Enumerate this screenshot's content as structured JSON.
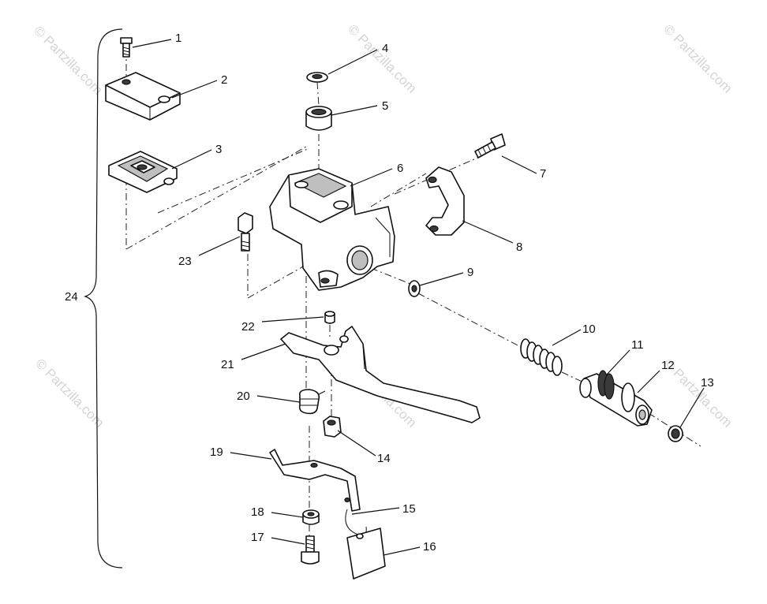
{
  "watermark": "© Partzilla.com",
  "callouts": [
    "1",
    "2",
    "3",
    "4",
    "5",
    "6",
    "7",
    "8",
    "9",
    "10",
    "11",
    "12",
    "13",
    "14",
    "15",
    "16",
    "17",
    "18",
    "19",
    "20",
    "21",
    "22",
    "23",
    "24"
  ]
}
